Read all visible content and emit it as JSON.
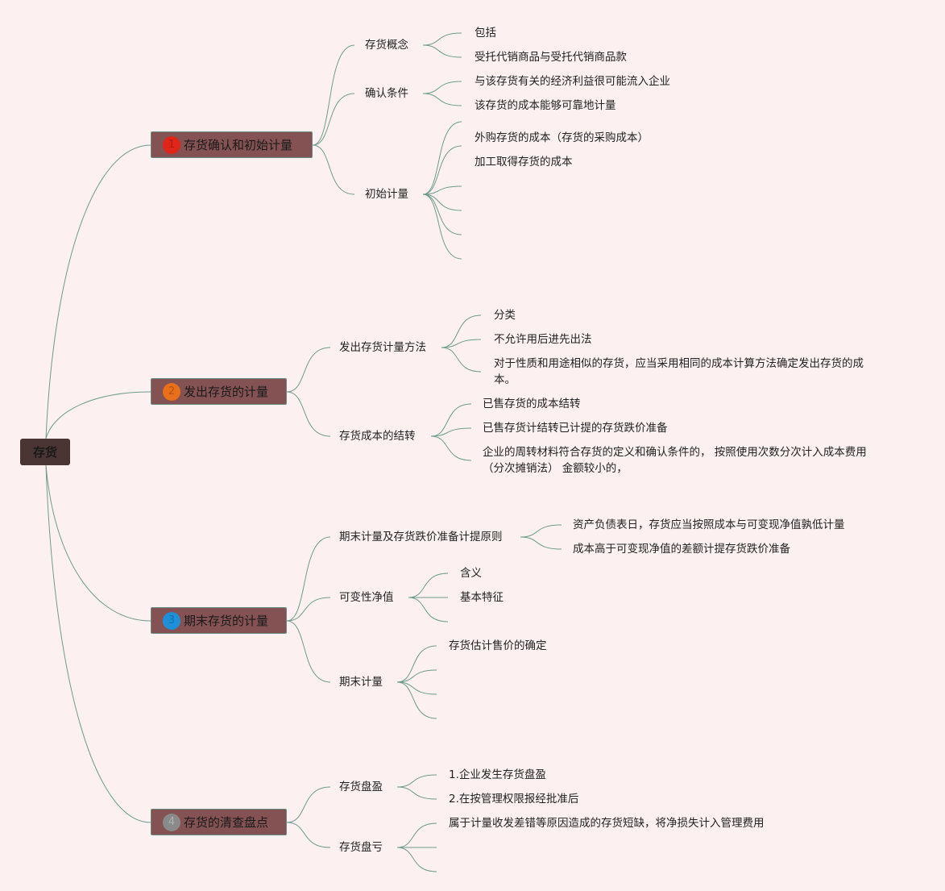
{
  "root": "存货",
  "colors": {
    "line": "#6e9c8c",
    "node": "#845252",
    "root": "#4a3434"
  },
  "branches": [
    {
      "num": "1",
      "badge_color": "#e0261a",
      "label": "存货确认和初始计量",
      "children": [
        {
          "label": "存货概念",
          "leaves": [
            "包括",
            "受托代销商品与受托代销商品款"
          ]
        },
        {
          "label": "确认条件",
          "leaves": [
            "与该存货有关的经济利益很可能流入企业",
            "该存货的成本能够可靠地计量"
          ]
        },
        {
          "label": "初始计量",
          "leaves": [
            "外购存货的成本（存货的采购成本）",
            "加工取得存货的成本"
          ]
        }
      ]
    },
    {
      "num": "2",
      "badge_color": "#e8701a",
      "label": "发出存货的计量",
      "children": [
        {
          "label": "发出存货计量方法",
          "leaves": [
            "分类",
            "不允许用后进先出法",
            "对于性质和用途相似的存货，应当采用相同的成本计算方法确定发出存货的成本。"
          ]
        },
        {
          "label": "存货成本的结转",
          "leaves": [
            "已售存货的成本结转",
            "已售存货计结转已计提的存货跌价准备",
            "企业的周转材料符合存货的定义和确认条件的， 按照使用次数分次计入成本费用（分次摊销法） 金额较小的，"
          ]
        }
      ]
    },
    {
      "num": "3",
      "badge_color": "#1e90d8",
      "label": "期末存货的计量",
      "children": [
        {
          "label": "期末计量及存货跌价准备计提原则",
          "leaves": [
            "资产负债表日，存货应当按照成本与可变现净值孰低计量",
            "成本高于可变现净值的差额计提存货跌价准备"
          ]
        },
        {
          "label": "可变性净值",
          "leaves": [
            "含义",
            "基本特征"
          ]
        },
        {
          "label": "期末计量",
          "leaves": [
            "存货估计售价的确定"
          ]
        }
      ]
    },
    {
      "num": "4",
      "badge_color": "#8a8a8a",
      "label": "存货的清查盘点",
      "children": [
        {
          "label": "存货盘盈",
          "leaves": [
            "1.企业发生存货盘盈",
            "2.在按管理权限报经批准后"
          ]
        },
        {
          "label": "存货盘亏",
          "leaves": [
            "属于计量收发差错等原因造成的存货短缺，将净损失计入管理费用"
          ]
        }
      ]
    }
  ]
}
